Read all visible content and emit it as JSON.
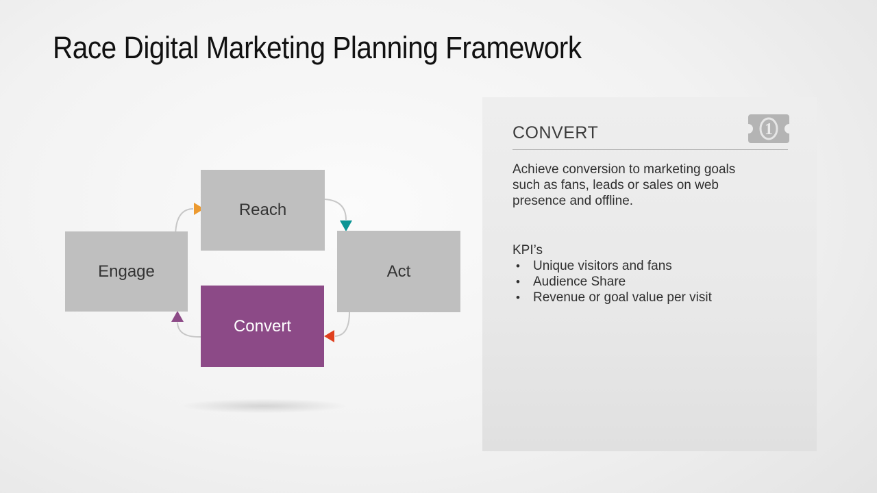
{
  "slide": {
    "title": "Race Digital Marketing Planning Framework"
  },
  "diagram": {
    "nodes": [
      {
        "id": "reach",
        "label": "Reach",
        "fill": "#bfbfbf",
        "text_color": "#333333"
      },
      {
        "id": "act",
        "label": "Act",
        "fill": "#bfbfbf",
        "text_color": "#333333"
      },
      {
        "id": "convert",
        "label": "Convert",
        "fill": "#8c4a87",
        "text_color": "#ffffff"
      },
      {
        "id": "engage",
        "label": "Engage",
        "fill": "#bfbfbf",
        "text_color": "#333333"
      }
    ],
    "arrows": [
      {
        "from": "engage",
        "to": "reach",
        "color": "#ec9a30"
      },
      {
        "from": "reach",
        "to": "act",
        "color": "#0a9494"
      },
      {
        "from": "act",
        "to": "convert",
        "color": "#e0401f"
      },
      {
        "from": "convert",
        "to": "engage",
        "color": "#8c4a87"
      }
    ],
    "arc_color": "#c7c7c7"
  },
  "panel": {
    "heading": "CONVERT",
    "icon": "banknote-icon",
    "icon_digit": "1",
    "description": "Achieve conversion to marketing goals\nsuch as fans, leads or sales on web\npresence and offline.",
    "kpi_heading": "KPI’s",
    "bullet_glyph": "•",
    "kpi_items": [
      "Unique visitors and fans",
      "Audience Share",
      "Revenue or goal value per visit"
    ],
    "background": "#e9e9e9"
  }
}
